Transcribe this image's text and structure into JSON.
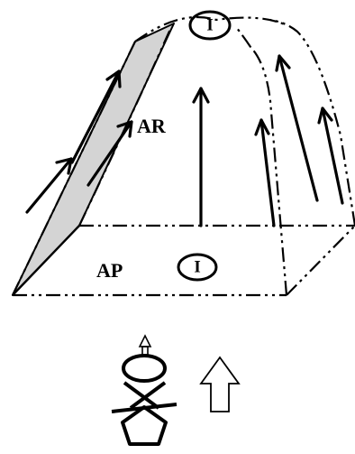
{
  "labels": {
    "ar": "AR",
    "ap": "AP"
  },
  "markers": {
    "top": "I",
    "bottom": "I"
  },
  "colors": {
    "stroke": "#000000",
    "plane_fill": "#d4d4d4",
    "background": "#ffffff"
  },
  "icons": {
    "figure": "person-stick-figure-icon",
    "view_direction": "hollow-up-arrow-icon"
  }
}
